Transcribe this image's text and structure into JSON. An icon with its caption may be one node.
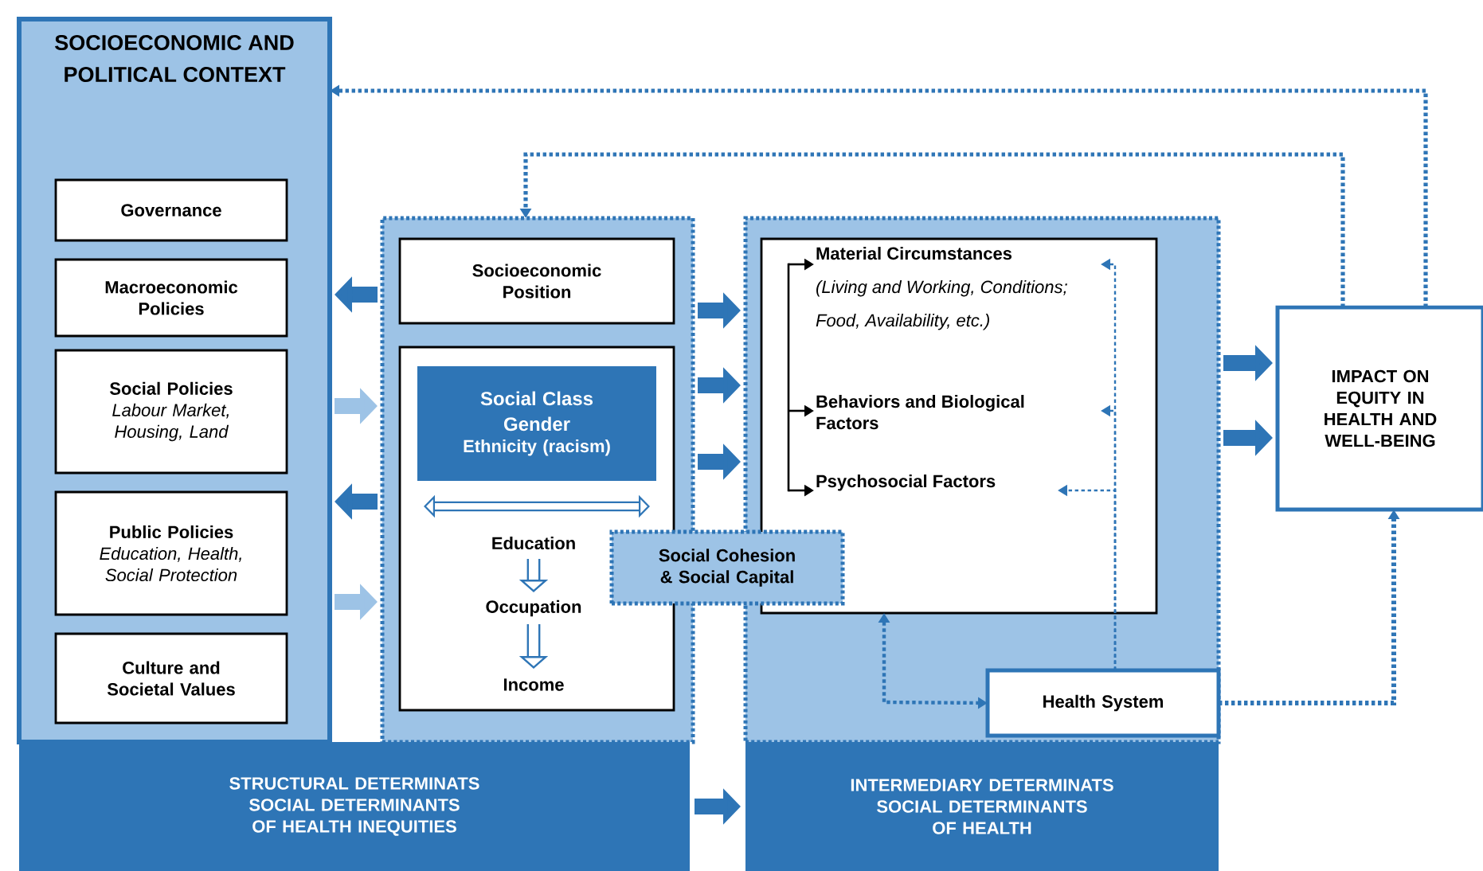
{
  "diagram": {
    "nodes": [
      {
        "text": [
          "SOCIOECONOMIC AND POLITICAL CONTEXT"
        ]
      },
      {
        "text": [
          "Governance"
        ],
        "in": 0
      },
      {
        "text": [
          "Macroeconomic Policies"
        ],
        "in": 0
      },
      {
        "text": [
          "Social Policies",
          "Labour Market, Housing, Land"
        ],
        "in": 0
      },
      {
        "text": [
          "Public Policies",
          "Education, Health, Social Protection"
        ],
        "in": 0
      },
      {
        "text": [
          "Culture and Societal Values"
        ],
        "in": 0
      },
      {
        "text": [],
        "shape": "box"
      },
      {
        "text": [
          "Socioeconomic Position"
        ],
        "in": 6
      },
      {
        "text": [],
        "shape": "box",
        "in": 6
      },
      {
        "text": [
          "Social Class",
          "Gender",
          "Ethnicity (racism)"
        ],
        "in": 8
      },
      {
        "text": [
          "Education"
        ],
        "in": 8
      },
      {
        "text": [
          "Occupation"
        ],
        "in": 8
      },
      {
        "text": [
          "Income"
        ],
        "in": 8
      },
      {
        "text": [
          "Social Cohesion & Social Capital"
        ]
      },
      {
        "text": [],
        "shape": "box"
      },
      {
        "text": [],
        "shape": "box",
        "in": 14
      },
      {
        "text": [
          "Material Circumstances",
          "(Living and Working, Conditions; Food, Availability, etc.)"
        ],
        "in": 15
      },
      {
        "text": [
          "Behaviors and Biological Factors"
        ],
        "in": 15
      },
      {
        "text": [
          "Psychosocial Factors"
        ],
        "in": 15
      },
      {
        "text": [
          "Health System"
        ],
        "in": 14
      },
      {
        "text": [
          "IMPACT ON EQUITY IN HEALTH AND WELL-BEING"
        ]
      },
      {
        "text": [
          "STRUCTURAL DETERMINATS",
          "SOCIAL DETERMINANTS",
          "OF HEALTH INEQUITIES"
        ]
      },
      {
        "text": [
          "INTERMEDIARY DETERMINATS",
          "SOCIAL DETERMINANTS",
          "OF HEALTH"
        ]
      }
    ],
    "edges": [
      {
        "from": 20,
        "to": 0,
        "arrow": "to",
        "style": "dashed"
      },
      {
        "from": 20,
        "to": 6,
        "arrow": "to",
        "style": "dashed"
      },
      {
        "from": 15,
        "to": 19,
        "arrow": "both",
        "style": "dashed"
      },
      {
        "from": 19,
        "to": 16,
        "arrow": "to",
        "style": "dashed"
      },
      {
        "from": 19,
        "to": 17,
        "arrow": "to",
        "style": "dashed"
      },
      {
        "from": 19,
        "to": 18,
        "arrow": "to",
        "style": "dashed"
      },
      {
        "from": 19,
        "to": 20,
        "arrow": "to",
        "style": "dashed"
      },
      {
        "from": 6,
        "to": 0,
        "arrow": "to"
      },
      {
        "from": 0,
        "to": 6,
        "arrow": "to",
        "color": "#9dc3e6"
      },
      {
        "from": 6,
        "to": 0,
        "arrow": "to"
      },
      {
        "from": 0,
        "to": 6,
        "arrow": "to",
        "color": "#9dc3e6"
      },
      {
        "from": 6,
        "to": 14,
        "arrow": "to"
      },
      {
        "from": 6,
        "to": 14,
        "arrow": "to"
      },
      {
        "from": 6,
        "to": 14,
        "arrow": "to"
      },
      {
        "from": 14,
        "to": 20,
        "arrow": "to"
      },
      {
        "from": 14,
        "to": 20,
        "arrow": "to"
      },
      {
        "from": 21,
        "to": 22,
        "arrow": "to"
      },
      {
        "from": 10,
        "to": 11,
        "arrow": "to"
      },
      {
        "from": 11,
        "to": 12,
        "arrow": "to"
      },
      {
        "from": null,
        "to": 16,
        "arrow": "to",
        "color": "#000000"
      },
      {
        "from": null,
        "to": 17,
        "arrow": "to",
        "color": "#000000"
      },
      {
        "from": null,
        "to": 18,
        "arrow": "to",
        "color": "#000000"
      }
    ]
  }
}
